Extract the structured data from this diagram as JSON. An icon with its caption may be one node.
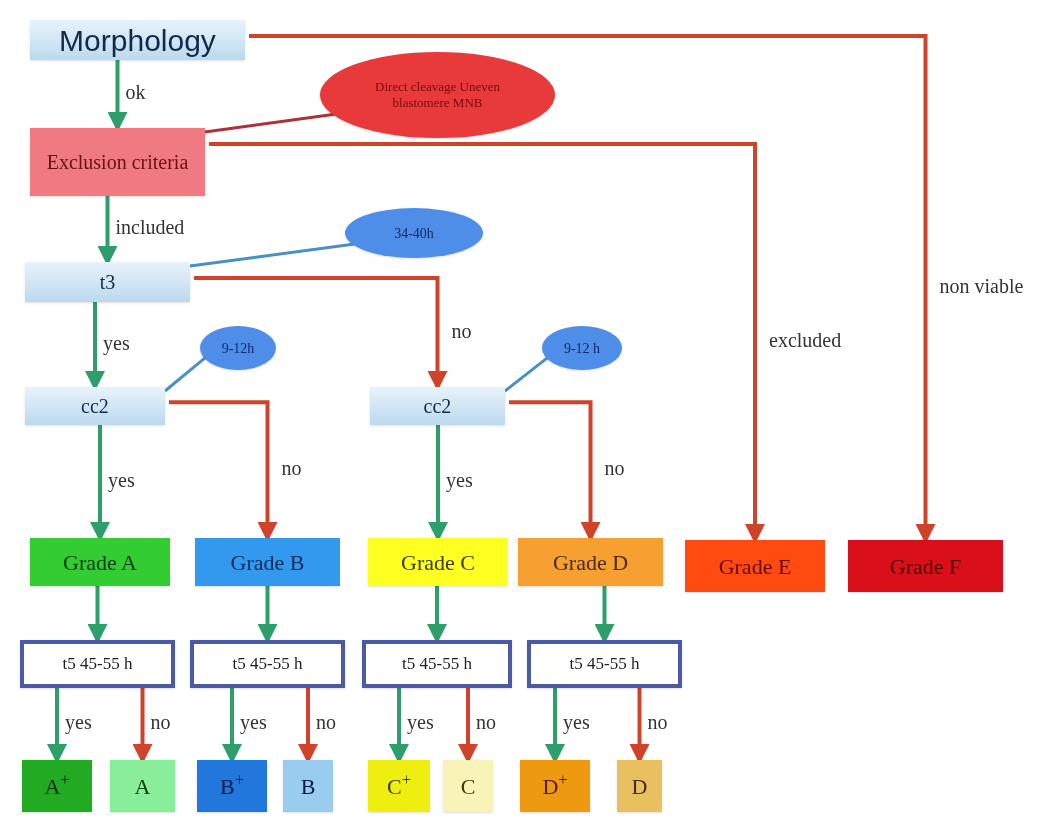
{
  "diagram": {
    "nodes": [
      {
        "text": [
          "Morphology"
        ]
      },
      {
        "text": [
          "Exclusion criteria"
        ]
      },
      {
        "text": [
          "Direct cleavage Uneven blastomere MNB"
        ]
      },
      {
        "text": [
          "t3"
        ]
      },
      {
        "text": [
          "34-40h"
        ]
      },
      {
        "text": [
          "cc2"
        ]
      },
      {
        "text": [
          "9-12h"
        ]
      },
      {
        "text": [
          "cc2"
        ]
      },
      {
        "text": [
          "9-12 h"
        ]
      },
      {
        "text": [
          "Grade A"
        ]
      },
      {
        "text": [
          "Grade B"
        ]
      },
      {
        "text": [
          "Grade C"
        ]
      },
      {
        "text": [
          "Grade D"
        ]
      },
      {
        "text": [
          "Grade E"
        ]
      },
      {
        "text": [
          "Grade F"
        ]
      },
      {
        "text": [
          "t5 45-55 h"
        ]
      },
      {
        "text": [
          "t5 45-55 h"
        ]
      },
      {
        "text": [
          "t5 45-55 h"
        ]
      },
      {
        "text": [
          "t5 45-55 h"
        ]
      },
      {
        "text": [
          "A$^{+}$"
        ]
      },
      {
        "text": [
          "A"
        ]
      },
      {
        "text": [
          "B$^{+}$"
        ]
      },
      {
        "text": [
          "B"
        ]
      },
      {
        "text": [
          "C$^{+}$"
        ]
      },
      {
        "text": [
          "C"
        ]
      },
      {
        "text": [
          "D$^{+}$"
        ]
      },
      {
        "text": [
          "D"
        ]
      }
    ],
    "edges": [
      {
        "from": 0,
        "to": 1,
        "arrow": "to",
        "label": "ok",
        "color": "#2e9e6a"
      },
      {
        "from": 1,
        "to": 3,
        "arrow": "to",
        "label": "included",
        "color": "#2e9e6a"
      },
      {
        "from": 3,
        "to": 5,
        "arrow": "to",
        "label": "yes",
        "color": "#2e9e6a"
      },
      {
        "from": 3,
        "to": 7,
        "arrow": "to",
        "label": "no",
        "color": "#d0432b"
      },
      {
        "from": 5,
        "to": 9,
        "arrow": "to",
        "label": "yes",
        "color": "#2e9e6a"
      },
      {
        "from": 5,
        "to": 10,
        "arrow": "to",
        "label": "no",
        "color": "#d0432b"
      },
      {
        "from": 7,
        "to": 11,
        "arrow": "to",
        "label": "yes",
        "color": "#2e9e6a"
      },
      {
        "from": 7,
        "to": 12,
        "arrow": "to",
        "label": "no",
        "color": "#d0432b"
      },
      {
        "from": 1,
        "to": 13,
        "arrow": "to",
        "label": "excluded",
        "color": "#d0432b"
      },
      {
        "from": 0,
        "to": 14,
        "arrow": "to",
        "label": "non viable",
        "color": "#d0432b"
      },
      {
        "from": 2,
        "to": 1,
        "arrow": "none",
        "color": "#b0303a"
      },
      {
        "from": 4,
        "to": 3,
        "arrow": "none",
        "color": "#4a8fc8"
      },
      {
        "from": 6,
        "to": 5,
        "arrow": "none",
        "color": "#4a8fc8"
      },
      {
        "from": 8,
        "to": 7,
        "arrow": "none",
        "color": "#4a8fc8"
      },
      {
        "from": 9,
        "to": 15,
        "arrow": "to",
        "color": "#2e9e6a"
      },
      {
        "from": 10,
        "to": 16,
        "arrow": "to",
        "color": "#2e9e6a"
      },
      {
        "from": 11,
        "to": 17,
        "arrow": "to",
        "color": "#2e9e6a"
      },
      {
        "from": 12,
        "to": 18,
        "arrow": "to",
        "color": "#2e9e6a"
      },
      {
        "from": 15,
        "to": 19,
        "arrow": "to",
        "label": "yes",
        "color": "#2e9e6a"
      },
      {
        "from": 15,
        "to": 20,
        "arrow": "to",
        "label": "no",
        "color": "#d0432b"
      },
      {
        "from": 16,
        "to": 21,
        "arrow": "to",
        "label": "yes",
        "color": "#2e9e6a"
      },
      {
        "from": 16,
        "to": 22,
        "arrow": "to",
        "label": "no",
        "color": "#d0432b"
      },
      {
        "from": 17,
        "to": 23,
        "arrow": "to",
        "label": "yes",
        "color": "#2e9e6a"
      },
      {
        "from": 17,
        "to": 24,
        "arrow": "to",
        "label": "no",
        "color": "#d0432b"
      },
      {
        "from": 18,
        "to": 25,
        "arrow": "to",
        "label": "yes",
        "color": "#2e9e6a"
      },
      {
        "from": 18,
        "to": 26,
        "arrow": "to",
        "label": "no",
        "color": "#d0432b"
      }
    ]
  }
}
